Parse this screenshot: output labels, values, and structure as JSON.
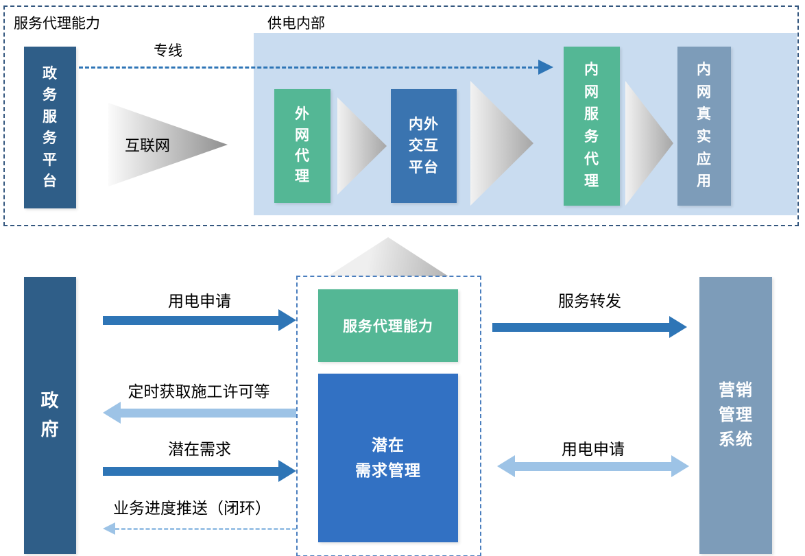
{
  "colors": {
    "dark_blue": "#2F5E88",
    "steel_blue": "#3A74B0",
    "bright_blue": "#3271C3",
    "blue_gray": "#7D9CB9",
    "green": "#54B795",
    "light_blue_bg": "#C9DCF0",
    "arrow_blue": "#2E75B6",
    "arrow_light_blue": "#9DC3E6",
    "frame_dash_blue": "#33567E",
    "inner_dash_blue": "#4A7EBE"
  },
  "top_section": {
    "frame_title": "服务代理能力",
    "region_title": "供电内部",
    "gov_platform_box": "政\n务\n服\n务\n平\n台",
    "dedicated_line_label": "专线",
    "internet_label": "互联网",
    "external_proxy_box": "外\n网\n代\n理",
    "interaction_platform_box": "内外\n交互\n平台",
    "internal_service_proxy_box": "内\n网\n服\n务\n代\n理",
    "internal_real_app_box": "内\n网\n真\n实\n应\n用"
  },
  "bottom_section": {
    "government_box": "政\n府",
    "service_proxy_box": "服务代理能力",
    "potential_demand_box": "潜在\n需求管理",
    "marketing_system_box": "营销\n管理\n系统",
    "labels": {
      "electricity_application_left": "用电申请",
      "construction_permit_fetch": "定时获取施工许可等",
      "potential_demand": "潜在需求",
      "business_progress_push": "业务进度推送（闭环）",
      "service_forwarding": "服务转发",
      "electricity_application_right": "用电申请"
    }
  }
}
